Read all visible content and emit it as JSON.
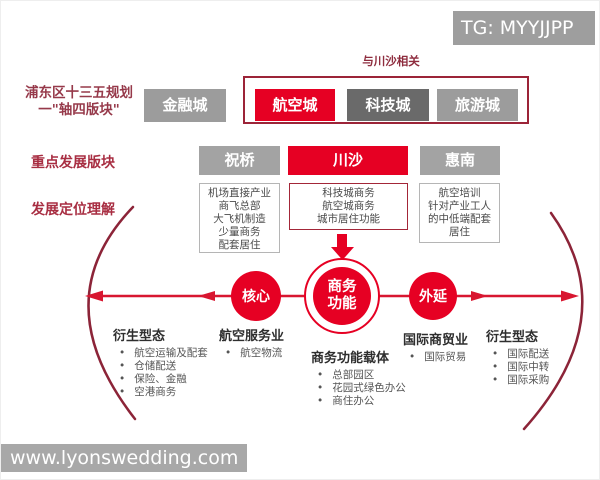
{
  "watermark_tag": "TG: MYYJJPP",
  "footer_url": "www.lyonswedding.com",
  "colors": {
    "accent_red": "#e60023",
    "dark_red_border": "#9c2438",
    "arc_maroon": "#8c2438",
    "gray_box": "#a3a3a3",
    "dark_gray_box": "#6a6a6a",
    "light_gray_box": "#9c9c9c",
    "watermark_gray": "#9e9e9e"
  },
  "header": {
    "plan_label_line1": "浦东区十三五规划",
    "plan_label_line2": "一\"轴四版块\"",
    "related_label": "与川沙相关",
    "finance_city": "金融城",
    "aviation_city": "航空城",
    "tech_city": "科技城",
    "tourism_city": "旅游城"
  },
  "key_blocks": {
    "section_label": "重点发展版块",
    "zhuqiao": "祝桥",
    "chuansha": "川沙",
    "huinan": "惠南"
  },
  "positioning": {
    "section_label": "发展定位理解",
    "detail_boxes": [
      {
        "lines": [
          "机场直接产业",
          "商飞总部",
          "大飞机制造",
          "少量商务",
          "配套居住"
        ]
      },
      {
        "lines": [
          "科技城商务",
          "航空城商务",
          "城市居住功能"
        ]
      },
      {
        "lines": [
          "航空培训",
          "针对产业工人",
          "的中低端配套",
          "居住"
        ]
      }
    ]
  },
  "axis": {
    "core_label": "核心",
    "center_line1": "商务",
    "center_line2": "功能",
    "extension_label": "外延"
  },
  "categories": [
    {
      "title": "衍生型态",
      "items": [
        "航空运输及配套",
        "仓储配送",
        "保险、金融",
        "空港商务"
      ]
    },
    {
      "title": "航空服务业",
      "items": [
        "航空物流"
      ]
    },
    {
      "title": "商务功能载体",
      "items": [
        "总部园区",
        "花园式绿色办公",
        "商住办公"
      ]
    },
    {
      "title": "国际商贸业",
      "items": [
        "国际贸易"
      ]
    },
    {
      "title": "衍生型态",
      "items": [
        "国际配送",
        "国际中转",
        "国际采购"
      ]
    }
  ]
}
